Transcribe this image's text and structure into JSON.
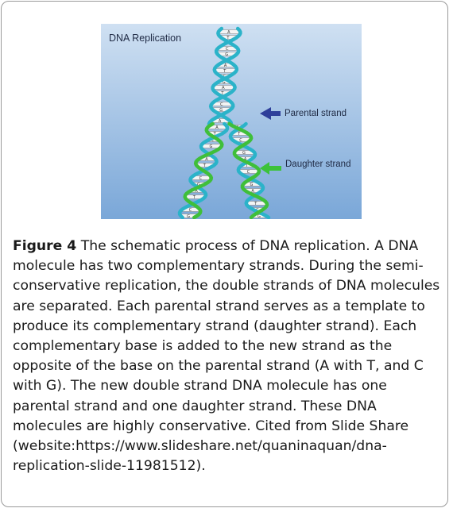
{
  "figure": {
    "title": "DNA Replication",
    "labels": {
      "parental": "Parental strand",
      "daughter": "Daughter strand"
    },
    "colors": {
      "background_top": "#cfe0f2",
      "background_bottom": "#7aa7d8",
      "parental_strand": "#2bb3c9",
      "daughter_strand": "#3fbf3a",
      "arrow_parental": "#2f3f9a",
      "arrow_daughter": "#3cc23a"
    },
    "base_letters": [
      "A",
      "T",
      "C",
      "G"
    ]
  },
  "caption": {
    "label": "Figure 4",
    "text": " The schematic process of DNA replication. A DNA molecule has two complementary strands. During the semi-conservative replication, the double strands of DNA molecules are separated. Each parental strand serves as a template to produce its complementary strand (daughter strand). Each complementary base is added to the new strand as the opposite of the base on the parental strand (A with T, and C with G). The new double strand DNA molecule has one parental strand and one daughter strand. These DNA molecules are highly conservative. Cited from Slide Share (website:https://www.slideshare.net/quaninaquan/dna-replication-slide-11981512)."
  }
}
